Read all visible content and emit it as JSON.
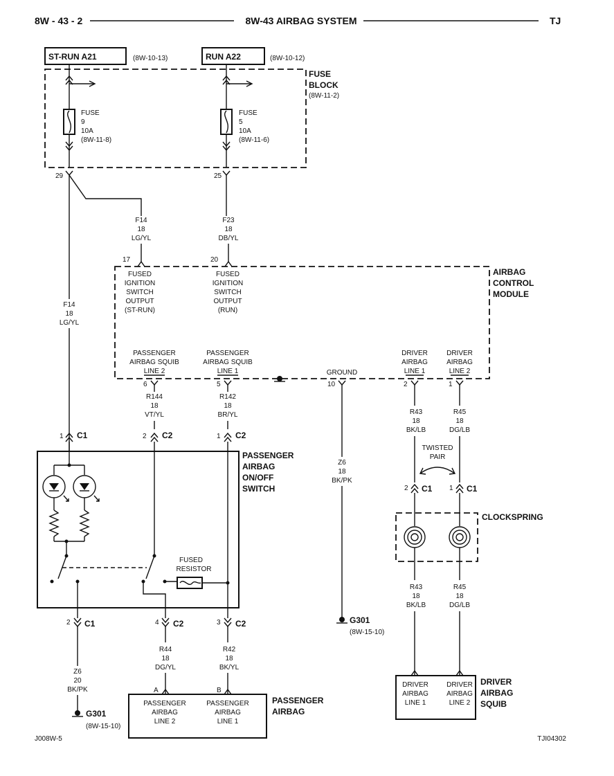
{
  "header": {
    "left": "8W - 43 - 2",
    "title": "8W-43 AIRBAG SYSTEM",
    "right": "TJ"
  },
  "footer": {
    "left": "J008W-5",
    "right": "TJI04302"
  },
  "circuits": {
    "st_run": {
      "label": "ST-RUN A21",
      "ref": "(8W-10-13)"
    },
    "run": {
      "label": "RUN A22",
      "ref": "(8W-10-12)"
    }
  },
  "fuse_block": {
    "title1": "FUSE",
    "title2": "BLOCK",
    "ref": "(8W-11-2)",
    "fuse9": {
      "l1": "FUSE",
      "l2": "9",
      "l3": "10A",
      "l4": "(8W-11-8)",
      "pin": "29"
    },
    "fuse5": {
      "l1": "FUSE",
      "l2": "5",
      "l3": "10A",
      "l4": "(8W-11-6)",
      "pin": "25"
    }
  },
  "wires": {
    "f14_top": {
      "code": "F14",
      "gauge": "18",
      "color": "LG/YL"
    },
    "f23": {
      "code": "F23",
      "gauge": "18",
      "color": "DB/YL"
    },
    "f14_left": {
      "code": "F14",
      "gauge": "18",
      "color": "LG/YL"
    },
    "r144": {
      "code": "R144",
      "gauge": "18",
      "color": "VT/YL"
    },
    "r142": {
      "code": "R142",
      "gauge": "18",
      "color": "BR/YL"
    },
    "z6_mid": {
      "code": "Z6",
      "gauge": "18",
      "color": "BK/PK"
    },
    "r43_top": {
      "code": "R43",
      "gauge": "18",
      "color": "BK/LB"
    },
    "r45_top": {
      "code": "R45",
      "gauge": "18",
      "color": "DG/LB"
    },
    "r43_bot": {
      "code": "R43",
      "gauge": "18",
      "color": "BK/LB"
    },
    "r45_bot": {
      "code": "R45",
      "gauge": "18",
      "color": "DG/LB"
    },
    "r44": {
      "code": "R44",
      "gauge": "18",
      "color": "DG/YL"
    },
    "r42": {
      "code": "R42",
      "gauge": "18",
      "color": "BK/YL"
    },
    "z6_left": {
      "code": "Z6",
      "gauge": "20",
      "color": "BK/PK"
    }
  },
  "acm": {
    "title1": "AIRBAG",
    "title2": "CONTROL",
    "title3": "MODULE",
    "pin17": "17",
    "pin20": "20",
    "in_st": {
      "l1": "FUSED",
      "l2": "IGNITION",
      "l3": "SWITCH",
      "l4": "OUTPUT",
      "l5": "(ST-RUN)"
    },
    "in_run": {
      "l1": "FUSED",
      "l2": "IGNITION",
      "l3": "SWITCH",
      "l4": "OUTPUT",
      "l5": "(RUN)"
    },
    "pass2": {
      "l1": "PASSENGER",
      "l2": "AIRBAG SQUIB",
      "l3": "LINE 2",
      "pin": "6"
    },
    "pass1": {
      "l1": "PASSENGER",
      "l2": "AIRBAG SQUIB",
      "l3": "LINE 1",
      "pin": "5"
    },
    "ground": {
      "l1": "GROUND",
      "pin": "10"
    },
    "drv1": {
      "l1": "DRIVER",
      "l2": "AIRBAG",
      "l3": "LINE 1",
      "pin": "2"
    },
    "drv2": {
      "l1": "DRIVER",
      "l2": "AIRBAG",
      "l3": "LINE 2",
      "pin": "1"
    }
  },
  "connectors": {
    "sw_c1_top": {
      "pin": "1",
      "name": "C1"
    },
    "sw_c2_top_a": {
      "pin": "2",
      "name": "C2"
    },
    "sw_c2_top_b": {
      "pin": "1",
      "name": "C2"
    },
    "cs_c1_a": {
      "pin": "2",
      "name": "C1"
    },
    "cs_c1_b": {
      "pin": "1",
      "name": "C1"
    },
    "sw_c1_bot": {
      "pin": "2",
      "name": "C1"
    },
    "sw_c2_bot_a": {
      "pin": "4",
      "name": "C2"
    },
    "sw_c2_bot_b": {
      "pin": "3",
      "name": "C2"
    }
  },
  "switch": {
    "t1": "PASSENGER",
    "t2": "AIRBAG",
    "t3": "ON/OFF",
    "t4": "SWITCH",
    "resistor1": "FUSED",
    "resistor2": "RESISTOR"
  },
  "twisted_pair": {
    "l1": "TWISTED",
    "l2": "PAIR"
  },
  "clockspring": {
    "title": "CLOCKSPRING"
  },
  "grounds": {
    "mid": {
      "name": "G301",
      "ref": "(8W-15-10)"
    },
    "left": {
      "name": "G301",
      "ref": "(8W-15-10)"
    }
  },
  "passenger_airbag": {
    "t1": "PASSENGER",
    "t2": "AIRBAG",
    "pinA": "A",
    "pinB": "B",
    "line2": {
      "l1": "PASSENGER",
      "l2": "AIRBAG",
      "l3": "LINE 2"
    },
    "line1": {
      "l1": "PASSENGER",
      "l2": "AIRBAG",
      "l3": "LINE 1"
    }
  },
  "driver_squib": {
    "t1": "DRIVER",
    "t2": "AIRBAG",
    "t3": "SQUIB",
    "line1": {
      "l1": "DRIVER",
      "l2": "AIRBAG",
      "l3": "LINE 1"
    },
    "line2": {
      "l1": "DRIVER",
      "l2": "AIRBAG",
      "l3": "LINE 2"
    }
  }
}
